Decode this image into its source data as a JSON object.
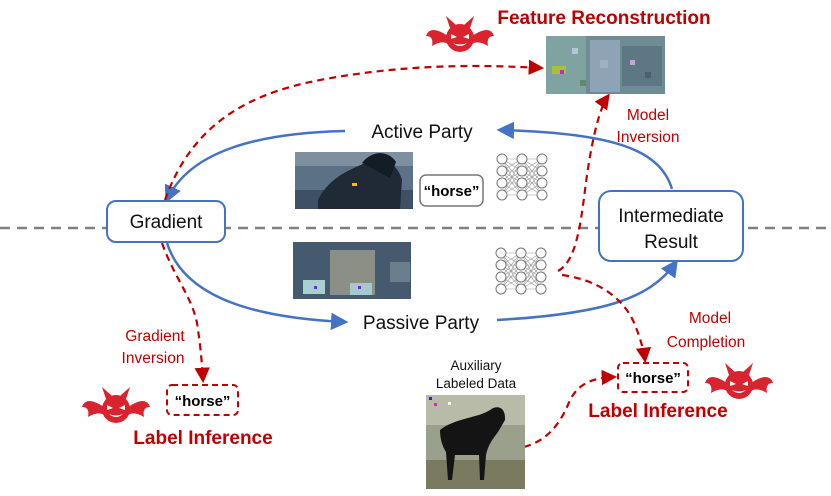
{
  "nodes": {
    "gradient": "Gradient",
    "intermediate_line1": "Intermediate",
    "intermediate_line2": "Result"
  },
  "parties": {
    "active": "Active Party",
    "passive": "Passive Party"
  },
  "labels": {
    "horse": "“horse”"
  },
  "attacks": {
    "feature_reconstruction": "Feature Reconstruction",
    "model_inversion_line1": "Model",
    "model_inversion_line2": "Inversion",
    "gradient_inversion_line1": "Gradient",
    "gradient_inversion_line2": "Inversion",
    "label_inference_left": "Label Inference",
    "label_inference_right": "Label Inference",
    "model_completion_line1": "Model",
    "model_completion_line2": "Completion"
  },
  "auxiliary": {
    "line1": "Auxiliary",
    "line2": "Labeled Data"
  },
  "colors": {
    "flow_blue": "#4472c4",
    "attack_red": "#c00000",
    "divider_gray": "#808080",
    "devil_red": "#d9232e"
  },
  "icons": {
    "attacker": "devil-icon",
    "model": "neural-network-icon"
  }
}
